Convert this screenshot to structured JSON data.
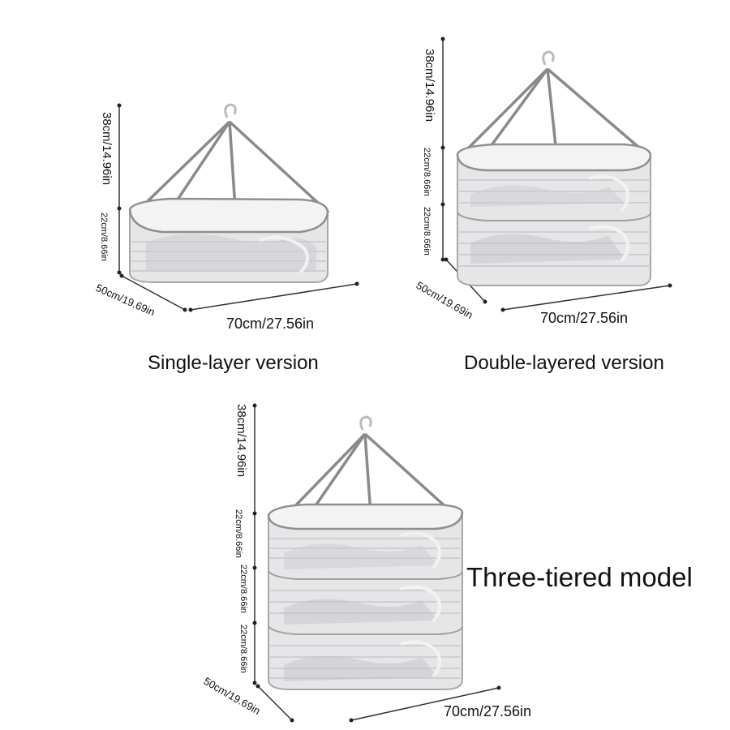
{
  "products": [
    {
      "caption": "Single-layer version",
      "layers": 1,
      "height_label": "38cm/14.96in",
      "layer_labels": [
        "22cm/8.66in"
      ],
      "depth_label": "50cm/19.69in",
      "width_label": "70cm/27.56in"
    },
    {
      "caption": "Double-layered version",
      "layers": 2,
      "height_label": "38cm/14.96in",
      "layer_labels": [
        "22cm/8.66in",
        "22cm/8.66in"
      ],
      "depth_label": "50cm/19.69in",
      "width_label": "70cm/27.56in"
    },
    {
      "caption": "Three-tiered model",
      "layers": 3,
      "height_label": "38cm/14.96in",
      "layer_labels": [
        "22cm/8.66in",
        "22cm/8.66in",
        "22cm/8.66in"
      ],
      "depth_label": "50cm/19.69in",
      "width_label": "70cm/27.56in"
    }
  ],
  "colors": {
    "mesh": "#e4e4e6",
    "frame": "#9a9a9a",
    "line": "#222222",
    "bg": "#ffffff"
  }
}
